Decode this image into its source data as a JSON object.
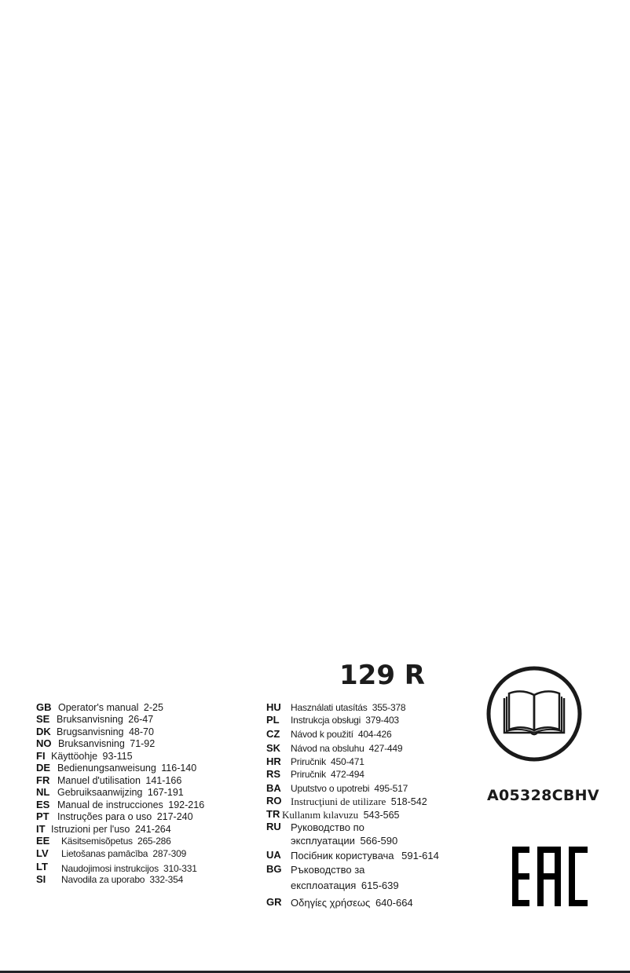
{
  "document": {
    "model": "129 R",
    "doc_code": "A05328CBHV",
    "icons": {
      "manual": "read-manual-book-icon",
      "certification": "eac-conformity-mark"
    },
    "certification_label": "EAC",
    "languages_left": [
      {
        "code": "GB",
        "title": "Operator's manual",
        "pages": "2-25"
      },
      {
        "code": "SE",
        "title": "Bruksanvisning",
        "pages": "26-47"
      },
      {
        "code": "DK",
        "title": "Brugsanvisning",
        "pages": "48-70"
      },
      {
        "code": "NO",
        "title": "Bruksanvisning",
        "pages": "71-92"
      },
      {
        "code": "FI",
        "title": "Käyttöohje",
        "pages": "93-115"
      },
      {
        "code": "DE",
        "title": "Bedienungsanweisung",
        "pages": "116-140"
      },
      {
        "code": "FR",
        "title": "Manuel d'utilisation",
        "pages": "141-166"
      },
      {
        "code": "NL",
        "title": "Gebruiksaanwijzing",
        "pages": "167-191"
      },
      {
        "code": "ES",
        "title": "Manual de instrucciones",
        "pages": "192-216"
      },
      {
        "code": "PT",
        "title": "Instruções para o uso",
        "pages": "217-240"
      },
      {
        "code": "IT",
        "title": "Istruzioni per l'uso",
        "pages": "241-264"
      },
      {
        "code": "EE",
        "title": "Käsitsemisõpetus",
        "pages": "265-286"
      },
      {
        "code": "LV",
        "title": "Lietošanas pamācība",
        "pages": "287-309"
      },
      {
        "code": "LT",
        "title": "Naudojimosi instrukcijos",
        "pages": "310-331"
      },
      {
        "code": "SI",
        "title": "Navodila za uporabo",
        "pages": "332-354"
      }
    ],
    "languages_right": [
      {
        "code": "HU",
        "title": "Használati utasítás",
        "pages": "355-378"
      },
      {
        "code": "PL",
        "title": "Instrukcja obsługi",
        "pages": "379-403"
      },
      {
        "code": "CZ",
        "title": "Návod k použití",
        "pages": "404-426"
      },
      {
        "code": "SK",
        "title": "Návod na obsluhu",
        "pages": "427-449"
      },
      {
        "code": "HR",
        "title": "Priručnik",
        "pages": "450-471"
      },
      {
        "code": "RS",
        "title": "Priručnik",
        "pages": "472-494"
      },
      {
        "code": "BA",
        "title": "Uputstvo o upotrebi",
        "pages": "495-517"
      },
      {
        "code": "RO",
        "title": "Instrucţiuni de utilizare",
        "pages": "518-542"
      },
      {
        "code": "TR",
        "title": "Kullanım kılavuzu",
        "pages": "543-565"
      },
      {
        "code": "RU",
        "title": "Руководство по",
        "title_line2": "эксплуатации",
        "pages": "566-590"
      },
      {
        "code": "UA",
        "title": "Посібник користувача",
        "pages": "591-614"
      },
      {
        "code": "BG",
        "title": "Ръководство за",
        "title_line2": "експлоатация",
        "pages": "615-639"
      },
      {
        "code": "GR",
        "title": "Οδηγίες χρήσεως",
        "pages": "640-664"
      }
    ]
  }
}
